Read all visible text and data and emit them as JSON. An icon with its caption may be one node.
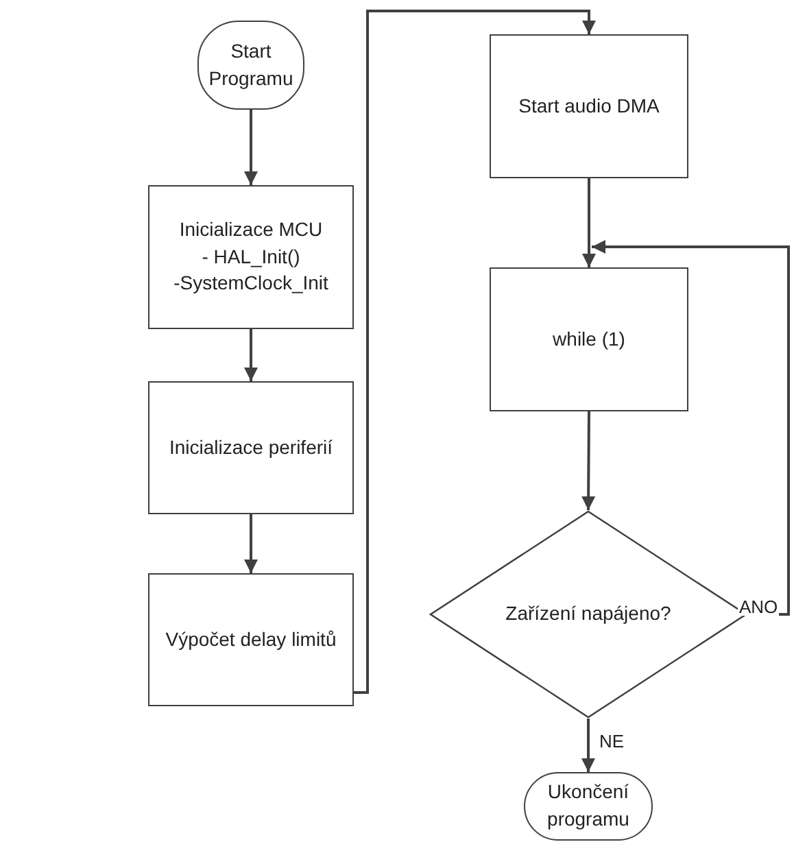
{
  "diagram": {
    "nodes": [
      {
        "text": [
          "Start Programu"
        ]
      },
      {
        "text": [
          "Inicializace MCU",
          "- HAL_Init()",
          "-SystemClock_Init"
        ]
      },
      {
        "text": [
          "Inicializace periferií"
        ]
      },
      {
        "text": [
          "Výpočet delay limitů"
        ]
      },
      {
        "text": [
          "Start audio DMA"
        ]
      },
      {
        "text": [
          "while (1)"
        ]
      },
      {
        "text": [
          "Zařízení napájeno?"
        ]
      },
      {
        "text": [
          "Ukončení programu"
        ]
      }
    ],
    "edges": [
      {
        "from": 0,
        "to": 1,
        "arrow": "to"
      },
      {
        "from": 1,
        "to": 2,
        "arrow": "to"
      },
      {
        "from": 2,
        "to": 3,
        "arrow": "to"
      },
      {
        "from": 3,
        "to": 4,
        "arrow": "to"
      },
      {
        "from": 4,
        "to": 5,
        "arrow": "to"
      },
      {
        "from": 5,
        "to": 6,
        "arrow": "to"
      },
      {
        "from": 6,
        "to": 5,
        "label": "ANO",
        "arrow": "to"
      },
      {
        "from": 6,
        "to": 7,
        "label": "NE",
        "arrow": "to"
      }
    ]
  }
}
